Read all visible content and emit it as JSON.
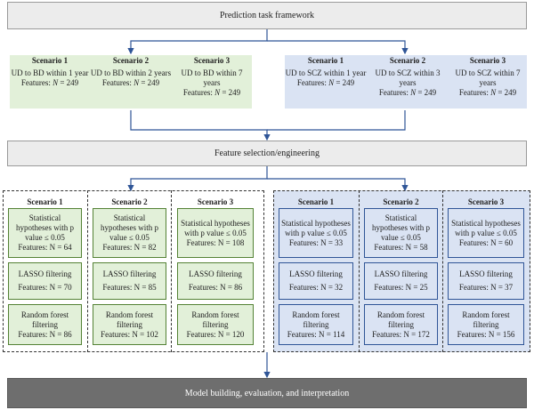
{
  "title": "Prediction task framework",
  "feature_title": "Feature selection/engineering",
  "model_title": "Model building, evaluation, and interpretation",
  "top": {
    "left": [
      {
        "name": "Scenario 1",
        "text": "UD to BD within 1 year",
        "features": "Features: N = 249"
      },
      {
        "name": "Scenario 2",
        "text": "UD to BD within 2 years",
        "features": "Features: N = 249"
      },
      {
        "name": "Scenario 3",
        "text": "UD to BD within 7 years",
        "features": "Features: N = 249"
      }
    ],
    "right": [
      {
        "name": "Scenario 1",
        "text": "UD to SCZ within 1 year",
        "features": "Features: N = 249"
      },
      {
        "name": "Scenario 2",
        "text": "UD to SCZ within 3 years",
        "features": "Features: N = 249"
      },
      {
        "name": "Scenario 3",
        "text": "UD to SCZ within 7 years",
        "features": "Features: N = 249"
      }
    ]
  },
  "bottom": {
    "left": [
      {
        "name": "Scenario 1",
        "stat": "Statistical hypotheses with p value ≤ 0.05",
        "stat_n": "Features: N = 64",
        "lasso": "LASSO filtering",
        "lasso_n": "Features: N = 70",
        "rf": "Random forest filtering",
        "rf_n": "Features: N = 86"
      },
      {
        "name": "Scenario 2",
        "stat": "Statistical hypotheses with p value ≤ 0.05",
        "stat_n": "Features: N = 82",
        "lasso": "LASSO filtering",
        "lasso_n": "Features: N = 85",
        "rf": "Random forest filtering",
        "rf_n": "Features: N = 102"
      },
      {
        "name": "Scenario 3",
        "stat": "Statistical hypotheses with p value ≤ 0.05",
        "stat_n": "Features: N = 108",
        "lasso": "LASSO filtering",
        "lasso_n": "Features: N = 86",
        "rf": "Random forest filtering",
        "rf_n": "Features: N = 120"
      }
    ],
    "right": [
      {
        "name": "Scenario 1",
        "stat": "Statistical hypotheses with p value ≤ 0.05",
        "stat_n": "Features: N = 33",
        "lasso": "LASSO filtering",
        "lasso_n": "Features: N = 32",
        "rf": "Random forest filtering",
        "rf_n": "Features: N = 114"
      },
      {
        "name": "Scenario 2",
        "stat": "Statistical hypotheses with p value ≤ 0.05",
        "stat_n": "Features: N = 58",
        "lasso": "LASSO filtering",
        "lasso_n": "Features: N = 25",
        "rf": "Random forest filtering",
        "rf_n": "Features: N = 172"
      },
      {
        "name": "Scenario 3",
        "stat": "Statistical hypotheses with p value ≤ 0.05",
        "stat_n": "Features: N = 60",
        "lasso": "LASSO filtering",
        "lasso_n": "Features: N = 37",
        "rf": "Random forest filtering",
        "rf_n": "Features: N = 156"
      }
    ]
  },
  "colors": {
    "green": "#e2f0d9",
    "blue": "#dae3f3",
    "arrow": "#2f5597",
    "dark": "#6e6e6e"
  }
}
